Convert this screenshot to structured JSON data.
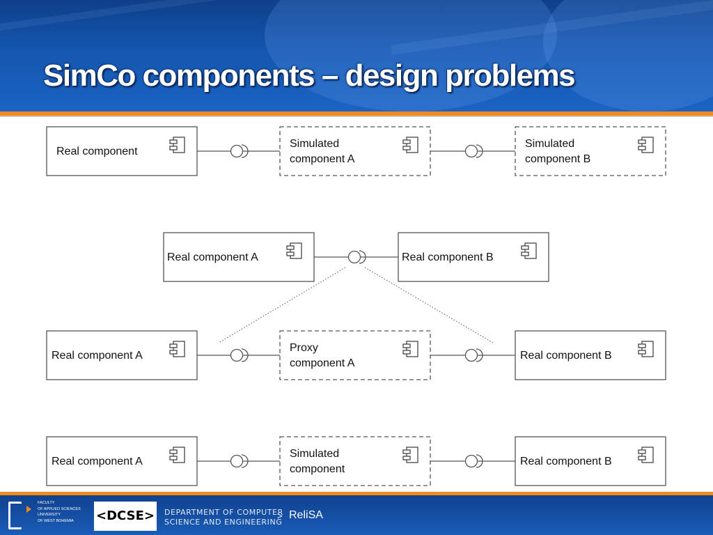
{
  "slide": {
    "title": "SimCo components – design problems"
  },
  "diagram": {
    "row1": {
      "left": [
        "Real component"
      ],
      "middle": [
        "Simulated",
        "component A"
      ],
      "right": [
        "Simulated",
        "component B"
      ]
    },
    "row2": {
      "left": [
        "Real component A"
      ],
      "right": [
        "Real component B"
      ]
    },
    "row3": {
      "left": [
        "Real component A"
      ],
      "middle": [
        "Proxy",
        "component A"
      ],
      "right": [
        "Real component B"
      ]
    },
    "row4": {
      "left": [
        "Real component A"
      ],
      "middle": [
        "Simulated",
        "component"
      ],
      "right": [
        "Real component B"
      ]
    }
  },
  "footer": {
    "faculty_lines": [
      "FACULTY",
      "OF APPLIED SCIENCES",
      "UNIVERSITY",
      "OF WEST BOHEMIA"
    ],
    "dcse_logo": "<DCSE>",
    "department_line1": "DEPARTMENT OF COMPUTER",
    "department_line2": "SCIENCE AND ENGINEERING",
    "separator": ">",
    "project": "ReliSA"
  },
  "colors": {
    "header_blue": "#1556b0",
    "accent_orange": "#f08a1c",
    "line_gray": "#555555"
  }
}
